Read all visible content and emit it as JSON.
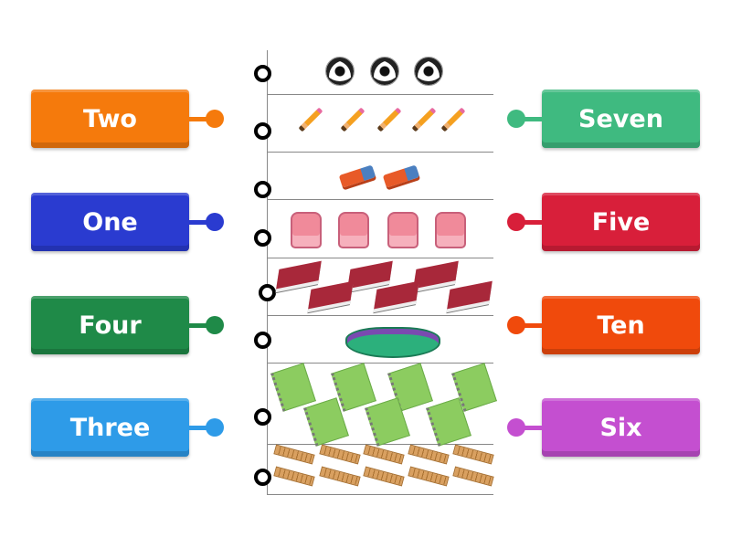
{
  "left_options": [
    {
      "label": "Two",
      "color": "#f57a0c"
    },
    {
      "label": "One",
      "color": "#2a3bd0"
    },
    {
      "label": "Four",
      "color": "#1f8a48"
    },
    {
      "label": "Three",
      "color": "#2e9be8"
    }
  ],
  "right_options": [
    {
      "label": "Seven",
      "color": "#3fba80"
    },
    {
      "label": "Five",
      "color": "#d81f3a"
    },
    {
      "label": "Ten",
      "color": "#f04a0c"
    },
    {
      "label": "Six",
      "color": "#c44fd0"
    }
  ],
  "picture_rows": [
    {
      "item": "soccer-ball",
      "count": 3
    },
    {
      "item": "pencil",
      "count": 5
    },
    {
      "item": "eraser",
      "count": 2
    },
    {
      "item": "backpack",
      "count": 4
    },
    {
      "item": "book",
      "count": 6
    },
    {
      "item": "pencil-case",
      "count": 1
    },
    {
      "item": "notebook",
      "count": 7
    },
    {
      "item": "ruler",
      "count": 10
    }
  ]
}
